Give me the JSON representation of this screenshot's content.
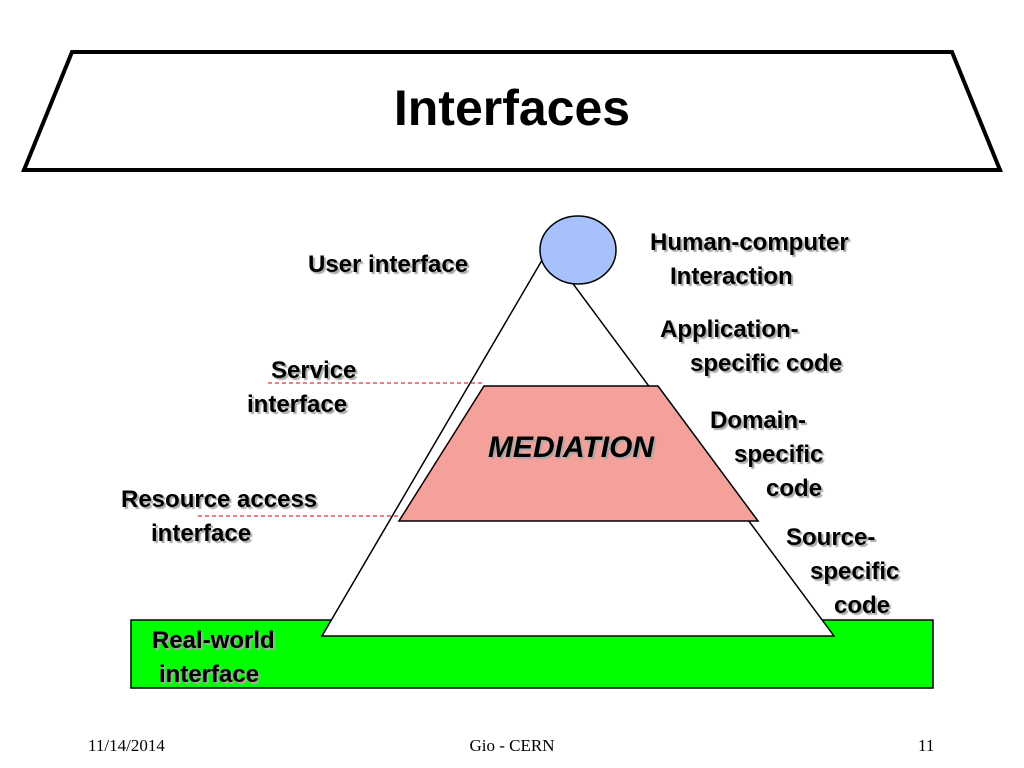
{
  "slide": {
    "title": "Interfaces",
    "colors": {
      "top_circle": "#a6c1fb",
      "mediation_band": "#f4a19b",
      "real_world_band": "#00ff00",
      "dashed_leader": "#e0303a"
    }
  },
  "diagram": {
    "mediation_label": "MEDIATION",
    "left_labels": {
      "user_interface": [
        "User interface"
      ],
      "service_interface": [
        "Service",
        "interface"
      ],
      "resource_access_interface": [
        "Resource access",
        "interface"
      ],
      "real_world_interface": [
        "Real-world",
        "interface"
      ]
    },
    "right_labels": {
      "human_computer_interaction": [
        "Human-computer",
        "Interaction"
      ],
      "application_specific_code": [
        "Application-",
        "specific code"
      ],
      "domain_specific_code": [
        "Domain-",
        "specific",
        "code"
      ],
      "source_specific_code": [
        "Source-",
        "specific",
        "code"
      ]
    }
  },
  "footer": {
    "date": "11/14/2014",
    "center": "Gio - CERN",
    "page_number": "11"
  }
}
